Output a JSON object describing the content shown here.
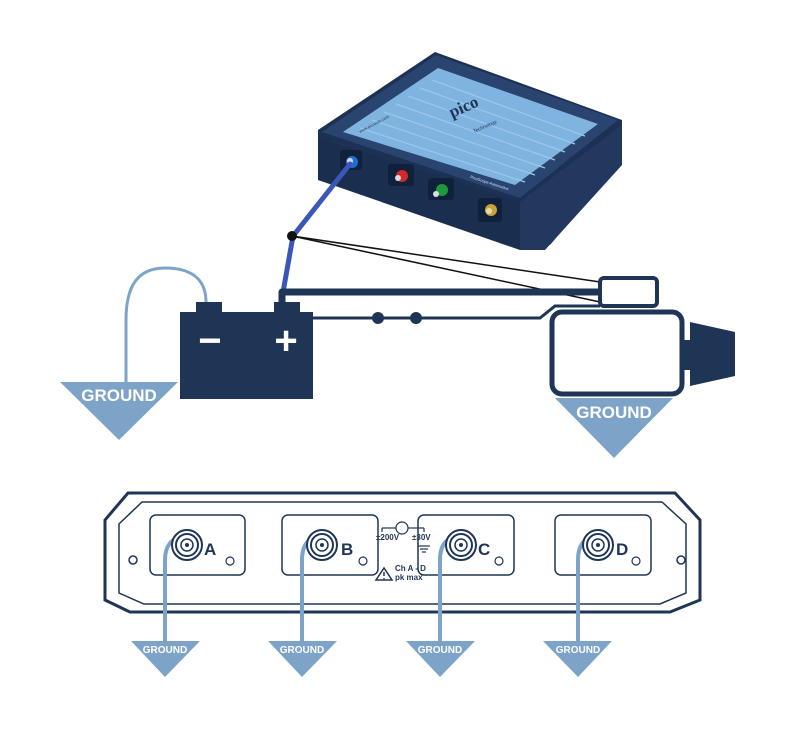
{
  "colors": {
    "navy": "#1e3556",
    "ground_blue": "#7ea3c9",
    "probe_blue": "#3a56b8",
    "device_light": "#7fb4e0",
    "device_dark": "#1f355a",
    "channel_a": "#1d6fd1",
    "channel_b": "#d22a2a",
    "channel_c": "#1d9a3a",
    "channel_d": "#c8a23a"
  },
  "device": {
    "brand": "pico",
    "brand_sub": "Technology",
    "model": "PicoScope Automotive",
    "website": "www.picoauto.com"
  },
  "battery": {
    "negative_symbol": "−",
    "positive_symbol": "+"
  },
  "labels": {
    "ground_battery": "GROUND",
    "ground_motor": "GROUND"
  },
  "panel": {
    "channels": [
      {
        "letter": "A",
        "ground": "GROUND"
      },
      {
        "letter": "B",
        "ground": "GROUND"
      },
      {
        "letter": "C",
        "ground": "GROUND"
      },
      {
        "letter": "D",
        "ground": "GROUND"
      }
    ],
    "rating_left": "±200V",
    "rating_right": "±30V",
    "warning_line1": "Ch A - D",
    "warning_line2": "pk max"
  }
}
